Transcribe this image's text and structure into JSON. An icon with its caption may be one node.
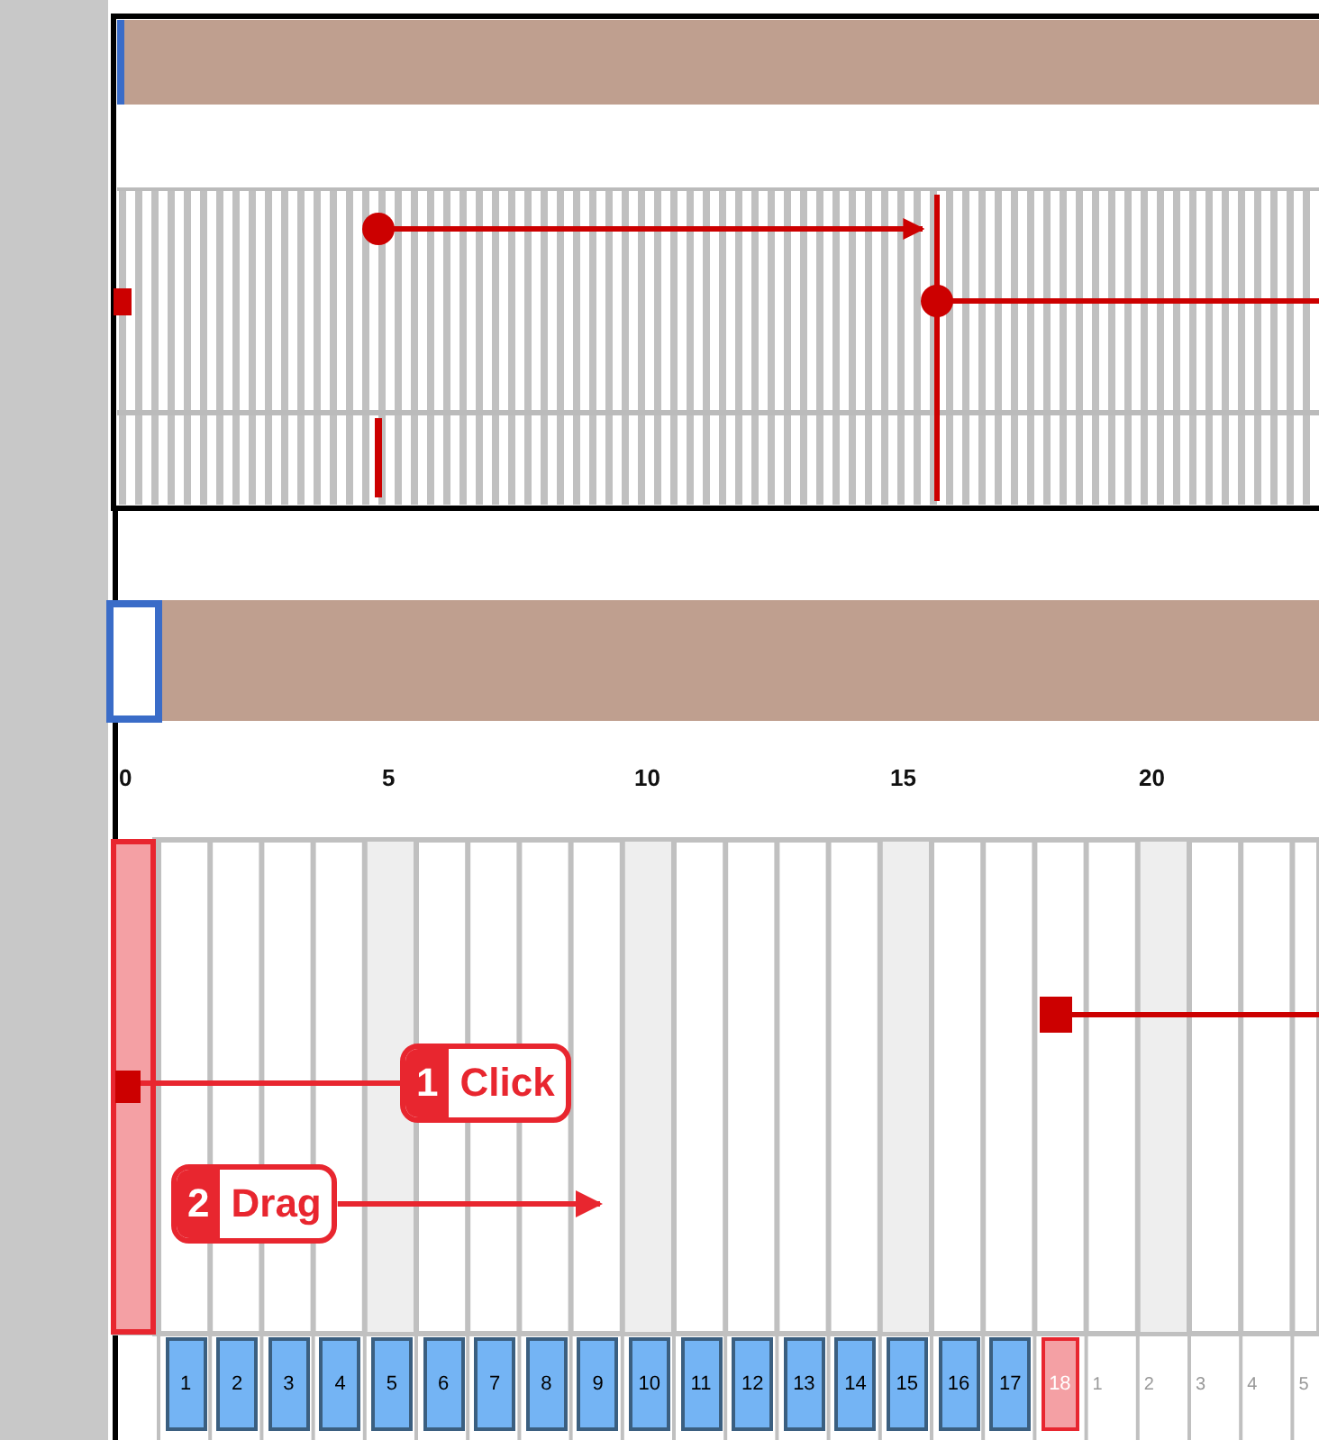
{
  "diagram": {
    "nodes": [
      {
        "text": [
          "1",
          "Click"
        ]
      },
      {
        "text": [],
        "shape": "box"
      },
      {
        "text": [
          "2",
          "Drag"
        ]
      }
    ],
    "edges": [
      {
        "from": 0,
        "to": 1,
        "arrow": "none"
      },
      {
        "from": 2,
        "to": null,
        "arrow": "to"
      }
    ],
    "labels": [
      "0",
      "5",
      "10",
      "15",
      "20",
      "1",
      "2",
      "3",
      "4",
      "5",
      "6",
      "7",
      "8",
      "9",
      "10",
      "11",
      "12",
      "13",
      "14",
      "15",
      "16",
      "17",
      "18",
      "1",
      "2",
      "3",
      "4",
      "5"
    ]
  }
}
